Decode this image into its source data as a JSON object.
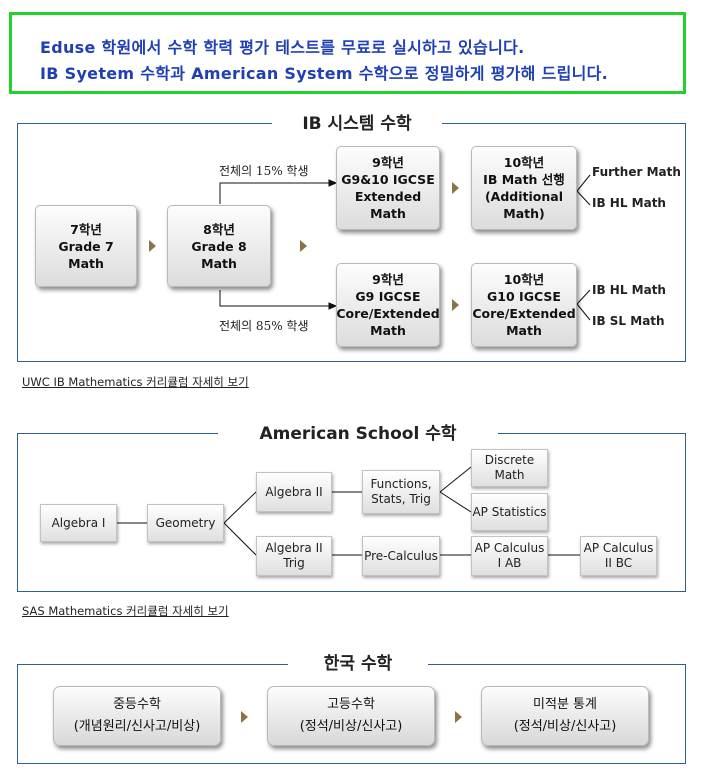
{
  "banner": {
    "line1": "Eduse 학원에서 수학 학력 평가 테스트를 무료로 실시하고 있습니다.",
    "line2": "IB Syetem 수학과 American System 수학으로 정밀하게 평가해 드립니다."
  },
  "ib": {
    "title": "IB 시스템 수학",
    "grade7": [
      "7학년",
      "Grade 7",
      "Math"
    ],
    "grade8": [
      "8학년",
      "Grade 8",
      "Math"
    ],
    "upper_caption": "전체의 15% 학생",
    "lower_caption": "전체의 85% 학생",
    "g9_extended": [
      "9학년",
      "G9&10 IGCSE",
      "Extended",
      "Math"
    ],
    "g10_ibmath": [
      "10학년",
      "IB Math 선행",
      "(Additional",
      "Math)"
    ],
    "g9_core": [
      "9학년",
      "G9 IGCSE",
      "Core/Extended",
      "Math"
    ],
    "g10_core": [
      "10학년",
      "G10 IGCSE",
      "Core/Extended",
      "Math"
    ],
    "out_further": "Further Math",
    "out_hl_upper": "IB HL Math",
    "out_hl_lower": "IB HL Math",
    "out_sl": "IB SL Math",
    "link": "UWC IB Mathematics 커리큘럼 자세히 보기"
  },
  "american": {
    "title": "American School 수학",
    "algebra1": [
      "Algebra I"
    ],
    "geometry": [
      "Geometry"
    ],
    "algebra2": [
      "Algebra II"
    ],
    "algebra2trig": [
      "Algebra II",
      "Trig"
    ],
    "functions": [
      "Functions,",
      "Stats, Trig"
    ],
    "precalc": [
      "Pre-Calculus"
    ],
    "discrete": [
      "Discrete",
      "Math"
    ],
    "apstats": [
      "AP Statistics"
    ],
    "apcalcab": [
      "AP Calculus",
      "I AB"
    ],
    "apcalcbc": [
      "AP Calculus",
      "II BC"
    ],
    "link": "SAS Mathematics 커리큘럼 자세히 보기"
  },
  "korea": {
    "title": "한국 수학",
    "middle": [
      "중등수학",
      "(개념원리/신사고/비상)"
    ],
    "high": [
      "고등수학",
      "(정석/비상/신사고)"
    ],
    "calc": [
      "미적분 통계",
      "(정석/비상/신사고)"
    ]
  }
}
